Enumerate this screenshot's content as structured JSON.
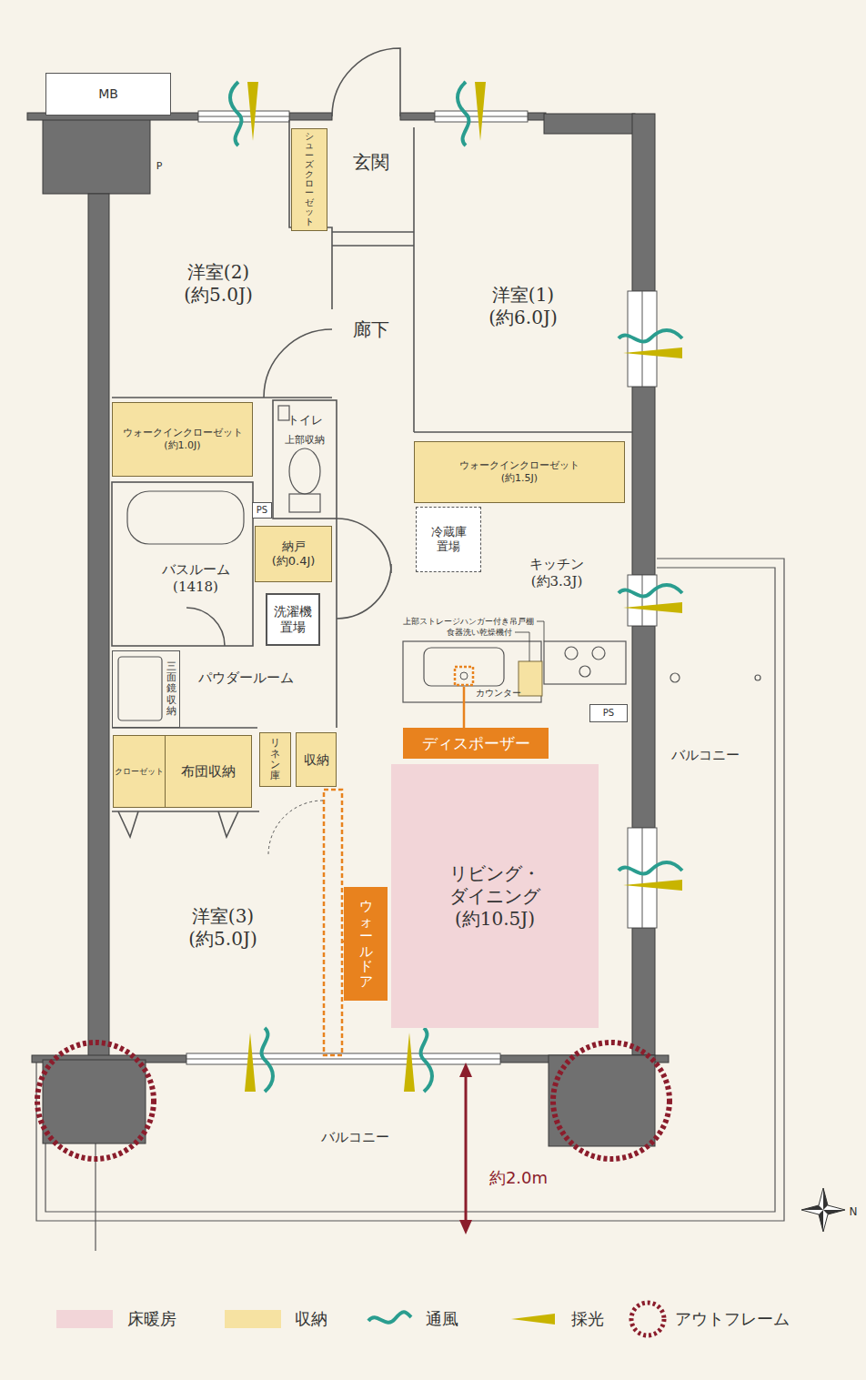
{
  "diagram": {
    "nodes": [
      {
        "text": [
          "MB"
        ]
      },
      {
        "text": [
          "シューズクローゼット"
        ]
      },
      {
        "text": [
          "ウォークインクローゼット (約1.0J)"
        ]
      },
      {
        "text": [
          "ウォークインクローゼット (約1.5J)"
        ]
      },
      {
        "text": [
          "冷蔵庫 置場"
        ]
      },
      {
        "text": [
          "PS"
        ]
      },
      {
        "text": [
          "納戸 (約0.4J)"
        ]
      },
      {
        "text": [
          "洗濯機 置場"
        ]
      },
      {
        "text": [
          "三面鏡収納"
        ]
      },
      {
        "text": [
          "クローゼット"
        ]
      },
      {
        "text": [
          "布団収納"
        ]
      },
      {
        "text": [
          "リネン庫"
        ]
      },
      {
        "text": [
          "収納"
        ]
      },
      {
        "text": [
          "リビング・ダイニング (約10.5J)"
        ]
      },
      {
        "text": [
          "ディスポーザー"
        ]
      },
      {
        "text": [
          "ウォールドア"
        ]
      },
      {
        "text": [
          "PS"
        ]
      }
    ],
    "labels": [
      "P",
      "玄関",
      "洋室(2) (約5.0J)",
      "廊下",
      "洋室(1) (約6.0J)",
      "トイレ",
      "上部収納",
      "バスルーム (1418)",
      "キッチン (約3.3J)",
      "上部ストレージハンガー付き吊戸棚",
      "食器洗い乾燥機付",
      "カウンター",
      "パウダールーム",
      "バルコニー",
      "洋室(3) (約5.0J)",
      "バルコニー",
      "約2.0m",
      "N"
    ],
    "legend": [
      {
        "text": "床暖房",
        "color": "#f2d5d8"
      },
      {
        "text": "収納",
        "color": "#f6e2a2"
      },
      {
        "text": "通風"
      },
      {
        "text": "採光"
      },
      {
        "text": "アウトフレーム"
      }
    ]
  }
}
